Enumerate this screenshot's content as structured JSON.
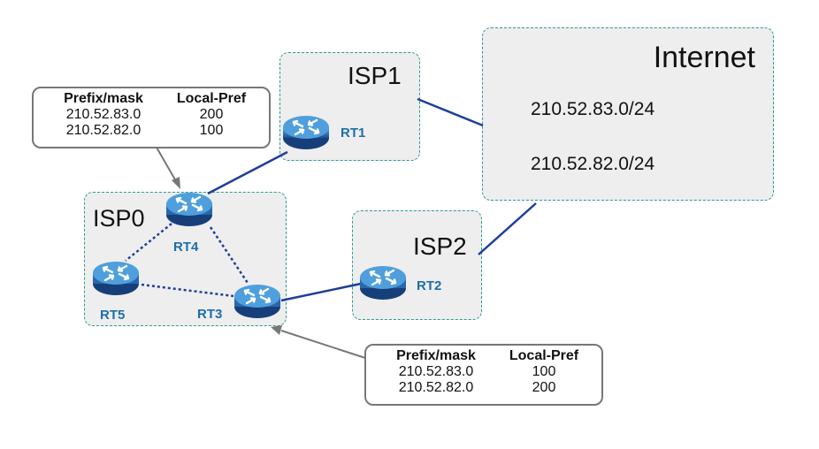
{
  "areas": {
    "internet": {
      "label": "Internet",
      "prefixes": [
        "210.52.83.0/24",
        "210.52.82.0/24"
      ]
    },
    "isp0": {
      "label": "ISP0"
    },
    "isp1": {
      "label": "ISP1"
    },
    "isp2": {
      "label": "ISP2"
    }
  },
  "routers": {
    "rt1": "RT1",
    "rt2": "RT2",
    "rt3": "RT3",
    "rt4": "RT4",
    "rt5": "RT5"
  },
  "tables": {
    "rt4_table": {
      "headers": [
        "Prefix/mask",
        "Local-Pref"
      ],
      "rows": [
        [
          "210.52.83.0",
          "200"
        ],
        [
          "210.52.82.0",
          "100"
        ]
      ]
    },
    "rt3_table": {
      "headers": [
        "Prefix/mask",
        "Local-Pref"
      ],
      "rows": [
        [
          "210.52.83.0",
          "100"
        ],
        [
          "210.52.82.0",
          "200"
        ]
      ]
    }
  },
  "colors": {
    "link": "#1f3f99",
    "area_border": "#2a9c94",
    "area_fill": "#eeeeee",
    "router_label": "#1f6ea8",
    "callout": "#777777"
  }
}
